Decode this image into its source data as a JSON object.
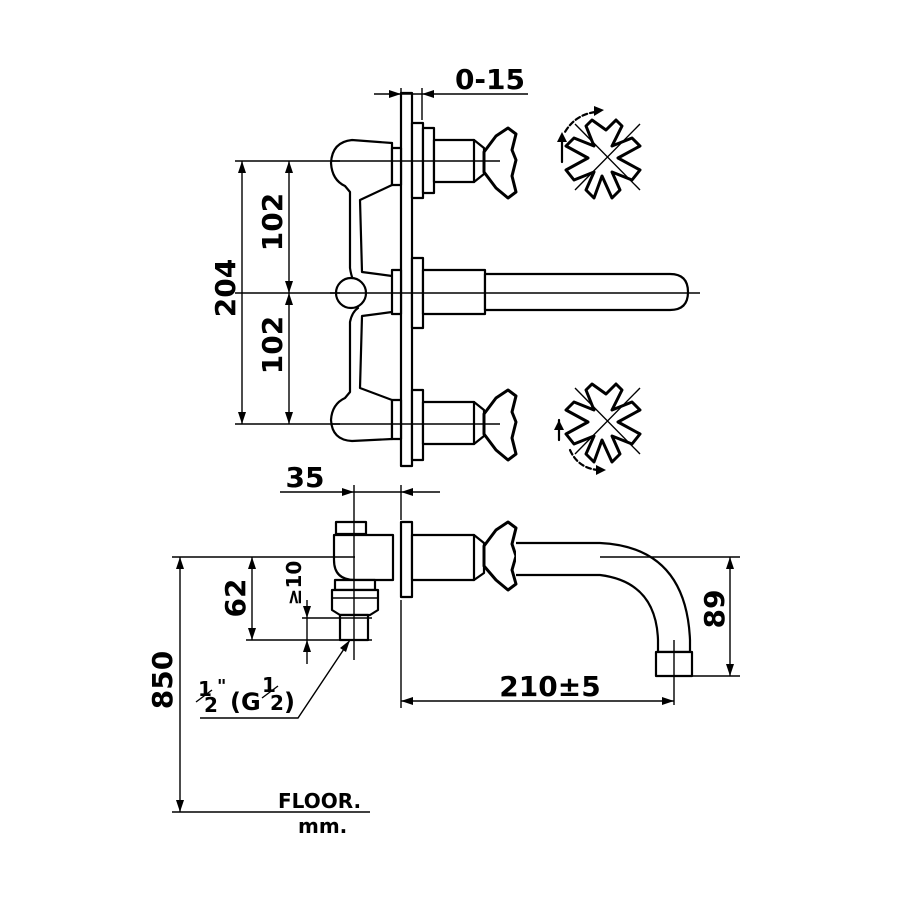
{
  "dimensions": {
    "offset_range": "0-15",
    "upper_spacing": "102",
    "total_spacing": "204",
    "lower_spacing": "102",
    "wall_offset": "35",
    "min_pipe": "≥10",
    "pipe_drop": "62",
    "install_height": "850",
    "spout_drop": "89",
    "spout_reach": "210±5"
  },
  "thread_label": {
    "size_whole": "1",
    "size_frac": "2",
    "size_mark": "\"",
    "g_open": "(G",
    "g_num": "1",
    "g_den": "2",
    "g_close": ")"
  },
  "floor_label": "FLOOR.",
  "unit_label": "mm."
}
